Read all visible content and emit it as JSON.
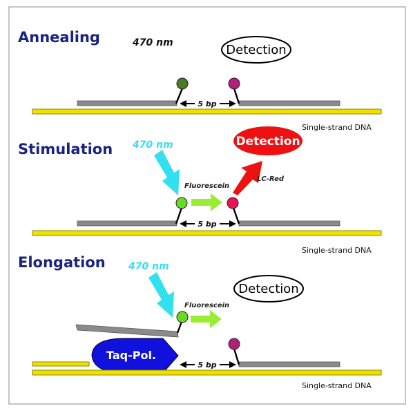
{
  "panels": {
    "annealing": {
      "title": "Annealing",
      "wavelength": "470 nm",
      "detection": "Detection",
      "spacing": "5 bp",
      "strand_label": "Single-strand DNA"
    },
    "stimulation": {
      "title": "Stimulation",
      "wavelength": "470 nm",
      "detection": "Detection",
      "donor_label": "Fluorescein",
      "acceptor_label": "LC-Red",
      "spacing": "5 bp",
      "strand_label": "Single-strand DNA"
    },
    "elongation": {
      "title": "Elongation",
      "wavelength": "470 nm",
      "detection": "Detection",
      "donor_label": "Fluorescein",
      "enzyme_label": "Taq-Pol.",
      "spacing": "5 bp",
      "strand_label": "Single-strand DNA"
    }
  },
  "colors": {
    "title": "#1a237e",
    "dna_strand": "#f0e000",
    "probe": "#8a8a8a",
    "excitation": "#33e0f0",
    "emission": "#99ee33",
    "donor_dim": "#4a7a22",
    "donor_bright": "#66dd22",
    "acceptor_dim": "#b0207a",
    "acceptor_bright": "#ee1155",
    "detection_red": "#ee1111",
    "taq": "#1111dd"
  }
}
